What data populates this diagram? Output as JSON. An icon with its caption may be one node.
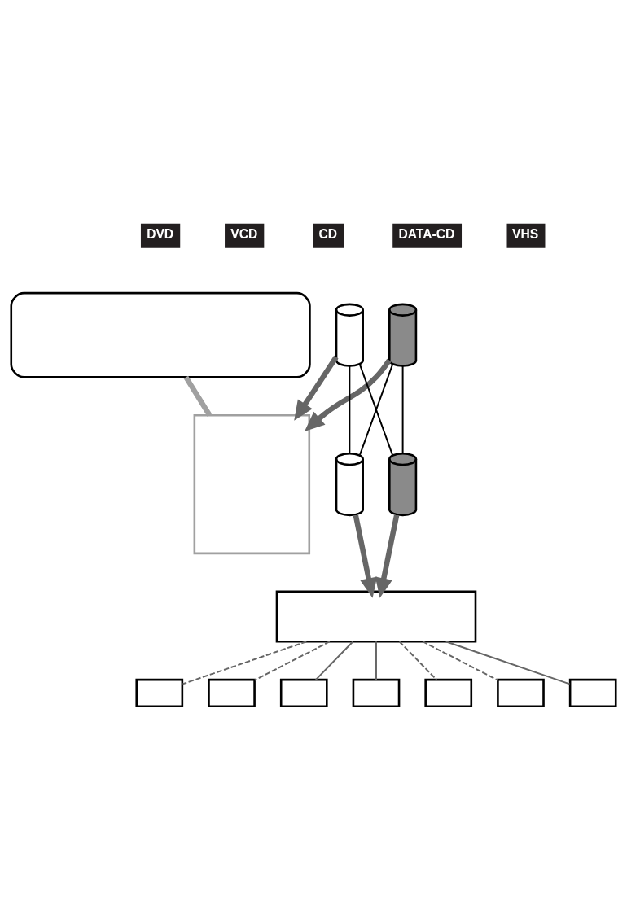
{
  "diagram": {
    "nodes": [
      {
        "text": [],
        "shape": "box"
      },
      {
        "text": [],
        "shape": "box"
      },
      {
        "text": [],
        "shape": "plug"
      },
      {
        "text": [],
        "shape": "plug"
      },
      {
        "text": [],
        "shape": "plug"
      },
      {
        "text": [],
        "shape": "plug"
      },
      {
        "text": [],
        "shape": "box"
      },
      {
        "text": [],
        "shape": "box"
      },
      {
        "text": [],
        "shape": "box"
      },
      {
        "text": [],
        "shape": "box"
      },
      {
        "text": [],
        "shape": "box"
      },
      {
        "text": [],
        "shape": "box"
      },
      {
        "text": [],
        "shape": "box"
      },
      {
        "text": [],
        "shape": "box"
      }
    ],
    "edges": [
      {
        "from": 0,
        "to": 1,
        "arrow": "none",
        "style": "thick",
        "color": "#a0a0a0"
      },
      {
        "from": 2,
        "to": 1,
        "arrow": "to",
        "style": "thick"
      },
      {
        "from": 3,
        "to": 1,
        "arrow": "to",
        "style": "thick"
      },
      {
        "from": 2,
        "to": 4,
        "arrow": "none",
        "color": "#000000"
      },
      {
        "from": 2,
        "to": 5,
        "arrow": "none",
        "color": "#000000"
      },
      {
        "from": 3,
        "to": 4,
        "arrow": "none",
        "color": "#000000"
      },
      {
        "from": 3,
        "to": 5,
        "arrow": "none",
        "color": "#000000"
      },
      {
        "from": 4,
        "to": 6,
        "arrow": "to",
        "style": "thick"
      },
      {
        "from": 5,
        "to": 6,
        "arrow": "to",
        "style": "thick"
      },
      {
        "from": 6,
        "to": 7,
        "arrow": "none",
        "style": "dashed"
      },
      {
        "from": 6,
        "to": 8,
        "arrow": "none",
        "style": "dashed"
      },
      {
        "from": 6,
        "to": 9,
        "arrow": "none"
      },
      {
        "from": 6,
        "to": 10,
        "arrow": "none"
      },
      {
        "from": 6,
        "to": 11,
        "arrow": "none",
        "style": "dashed"
      },
      {
        "from": 6,
        "to": 12,
        "arrow": "none",
        "style": "dashed"
      },
      {
        "from": 6,
        "to": 13,
        "arrow": "none"
      }
    ],
    "labels": [
      "DVD",
      "VCD",
      "CD",
      "DATA-CD",
      "VHS"
    ]
  }
}
